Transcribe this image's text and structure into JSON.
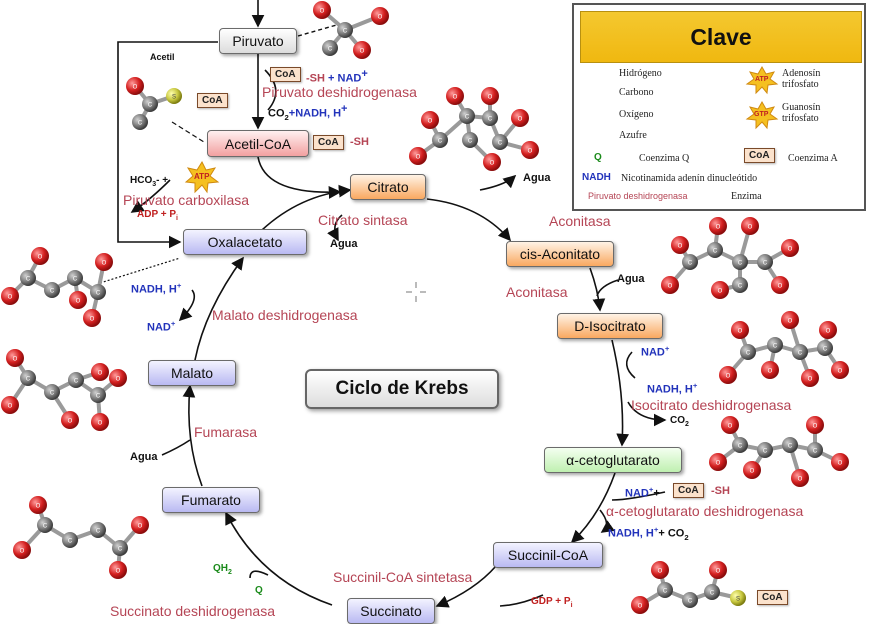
{
  "title": "Ciclo de Krebs",
  "metabolites": {
    "piruvato": "Piruvato",
    "acetil_coa": "Acetil-CoA",
    "citrato": "Citrato",
    "cis_aconitato": "cis-Aconitato",
    "d_isocitrato": "D-Isocitrato",
    "a_cetoglutarato": "α-cetoglutarato",
    "succinil_coa": "Succinil-CoA",
    "succinato": "Succinato",
    "fumarato": "Fumarato",
    "malato": "Malato",
    "oxalacetato": "Oxalacetato"
  },
  "enzymes": {
    "piruvato_deshidrogenasa": "Piruvato deshidrogenasa",
    "piruvato_carboxilasa": "Piruvato carboxilasa",
    "citrato_sintasa": "Citrato sintasa",
    "aconitasa_1": "Aconitasa",
    "aconitasa_2": "Aconitasa",
    "isocitrato_deshidrogenasa": "Isocitrato deshidrogenasa",
    "a_cetoglutarato_deshidrogenasa": "α-cetoglutarato deshidrogenasa",
    "succinil_coa_sintetasa": "Succinil-CoA sintetasa",
    "succinato_deshidrogenasa": "Succinato deshidrogenasa",
    "fumarasa": "Fumarasa",
    "malato_deshidrogenasa": "Malato deshidrogenasa"
  },
  "cofactors": {
    "acetil": "Acetil",
    "coa": "CoA",
    "sh": "-SH",
    "plus_nad": "+ NAD",
    "sup_plus": "+",
    "co2_nadh_h": "CO",
    "co2_nadh_h_rest": "+NADH, H",
    "hco3": "HCO",
    "hco3_rest": "- +",
    "atp": "ATP",
    "adp_pi": "ADP + P",
    "sub_i": "i",
    "agua": "Agua",
    "nad": "NAD",
    "nadh_h": "NADH, H",
    "co2": "CO",
    "sub_2": "2",
    "sub_3": "3",
    "plus": "+",
    "plus_co2": "+ CO",
    "qh2": "QH",
    "q": "Q",
    "gdp_pi": "GDP + P"
  },
  "key": {
    "title": "Clave",
    "hidrogeno": "Hidrógeno",
    "carbono": "Carbono",
    "oxigeno": "Oxígeno",
    "azufre": "Azufre",
    "q_symbol": "Q",
    "coenzima_q": "Coenzima Q",
    "nadh_symbol": "NADH",
    "nadh_desc": "Nicotinamida adenín dinucleótido",
    "enzyme_sample": "Piruvato deshidrogenasa",
    "enzima": "Enzima",
    "atp_line1": "Adenosín",
    "atp_line2": "trifosfato",
    "gtp_line1": "Guanosín",
    "gtp_line2": "trifosfato",
    "coa_desc": "Coenzima A",
    "atp_badge": "ATP",
    "gtp_badge": "GTP",
    "coa_badge": "CoA",
    "c_atom": "C",
    "o_atom": "O",
    "s_atom": "S"
  },
  "colors": {
    "enzyme_text": "#b54555",
    "nad_text": "#2233bb",
    "oxygen": "#d42020",
    "carbon": "#7a7a7a",
    "sulfur": "#c8c840",
    "key_header": "#f2c020"
  }
}
